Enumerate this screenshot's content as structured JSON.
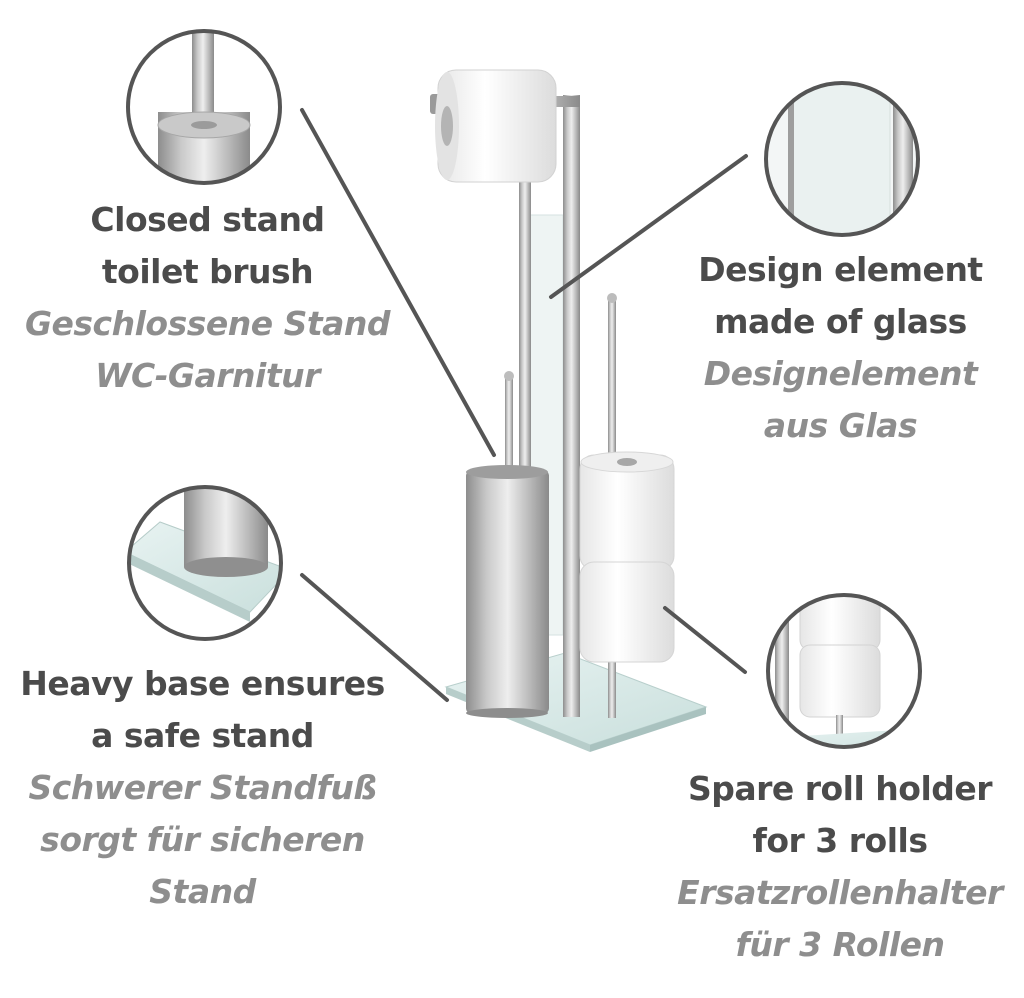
{
  "callouts": {
    "brush": {
      "en_line1": "Closed stand",
      "en_line2": "toilet brush",
      "de_line1": "Geschlossene Stand",
      "de_line2": "WC-Garnitur"
    },
    "glass": {
      "en_line1": "Design element",
      "en_line2": "made of glass",
      "de_line1": "Designelement",
      "de_line2": "aus Glas"
    },
    "base": {
      "en_line1": "Heavy base ensures",
      "en_line2": "a safe stand",
      "de_line1": "Schwerer Standfuß",
      "de_line2": "sorgt für sicheren",
      "de_line3": "Stand"
    },
    "spare": {
      "en_line1": "Spare roll holder",
      "en_line2": "for 3 rolls",
      "de_line1": "Ersatzrollenhalter",
      "de_line2": "für 3 Rollen"
    }
  },
  "colors": {
    "english_text": "#4b4b4b",
    "german_text": "#8e8e8e",
    "leader_line": "#555555",
    "circle_border": "#555555",
    "steel": "#b9b9b9",
    "glass": "#dcecea"
  }
}
